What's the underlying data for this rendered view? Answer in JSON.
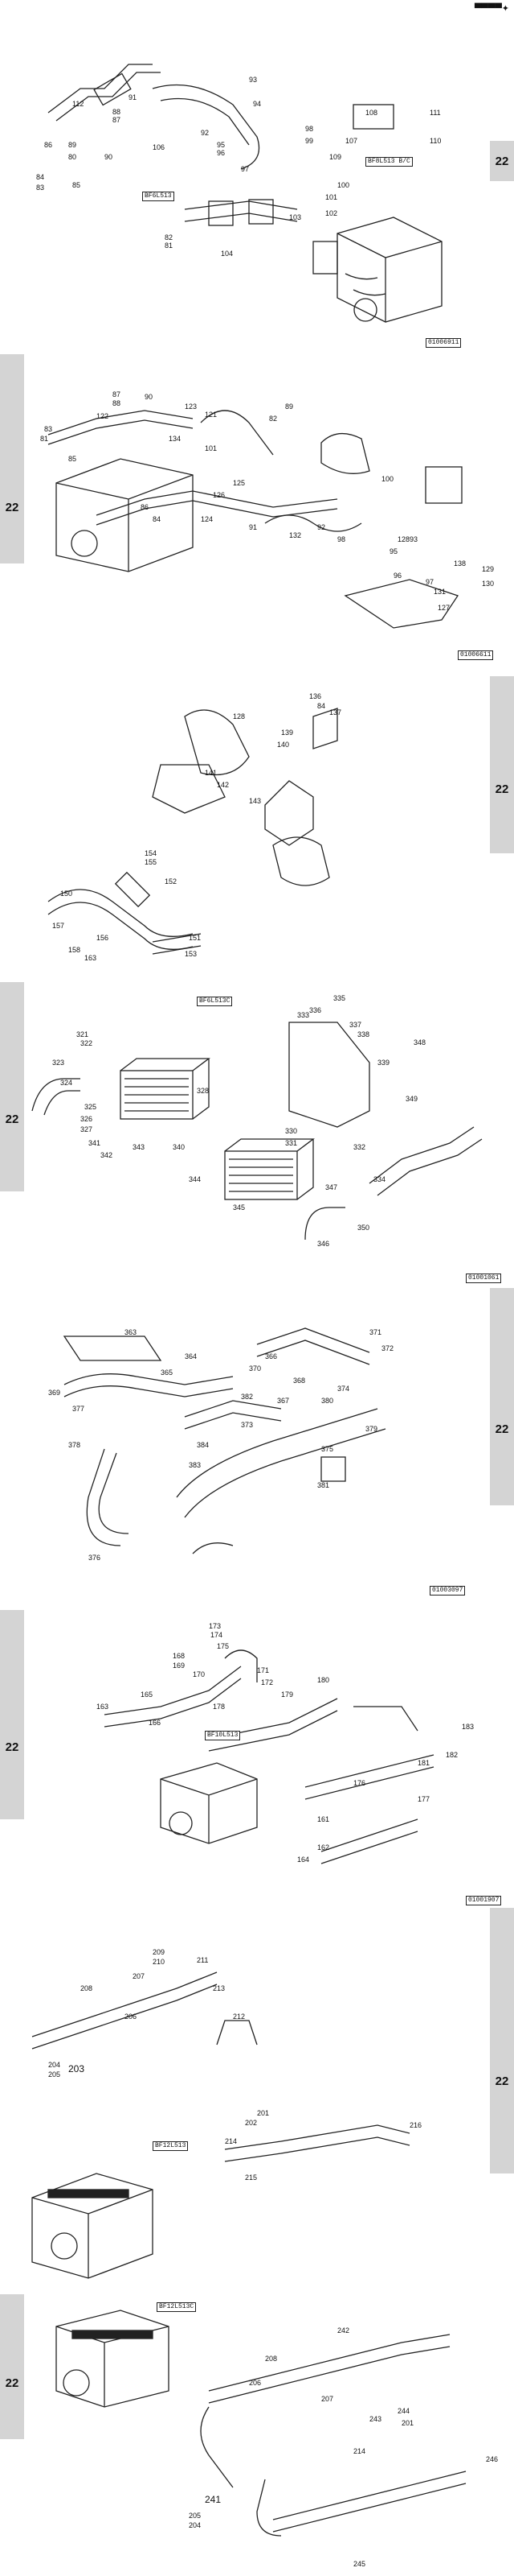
{
  "header": {
    "logo_text": "▀▀▀▀✦"
  },
  "section_tag": "22",
  "figures": [
    {
      "code": "01006911",
      "ref_a": "BF6L513",
      "ref_b": "BF8L513 B/C",
      "labels": [
        "93",
        "94",
        "112",
        "91",
        "88",
        "87",
        "92",
        "95",
        "96",
        "98",
        "99",
        "100",
        "108",
        "111",
        "110",
        "107",
        "109",
        "101",
        "102",
        "103",
        "104",
        "82",
        "81",
        "90",
        "85",
        "84",
        "83",
        "86",
        "89",
        "97",
        "80",
        "106"
      ]
    },
    {
      "code": "01006611",
      "ref_a": "",
      "labels": [
        "87",
        "88",
        "90",
        "123",
        "121",
        "122",
        "83",
        "81",
        "85",
        "84",
        "86",
        "89",
        "82",
        "91",
        "126",
        "124",
        "125",
        "101",
        "134",
        "132",
        "127",
        "131",
        "130",
        "129",
        "100",
        "93",
        "138",
        "98",
        "92",
        "95",
        "128",
        "96",
        "97"
      ]
    },
    {
      "code": "",
      "labels": [
        "136",
        "84",
        "137",
        "128",
        "139",
        "140",
        "141",
        "142",
        "143",
        "154",
        "155",
        "152",
        "150",
        "151",
        "157",
        "153",
        "156",
        "158",
        "163"
      ]
    },
    {
      "code": "01001061",
      "ref_a": "BF6L513C",
      "labels": [
        "335",
        "336",
        "337",
        "338",
        "333",
        "339",
        "348",
        "321",
        "322",
        "323",
        "324",
        "325",
        "326",
        "327",
        "328",
        "330",
        "331",
        "332",
        "334",
        "340",
        "341",
        "342",
        "343",
        "344",
        "345",
        "346",
        "347",
        "349",
        "350"
      ]
    },
    {
      "code": "01003097",
      "labels": [
        "363",
        "364",
        "365",
        "366",
        "367",
        "368",
        "369",
        "370",
        "371",
        "372",
        "373",
        "374",
        "375",
        "376",
        "377",
        "378",
        "379",
        "380",
        "381",
        "382",
        "383",
        "384"
      ]
    },
    {
      "code": "01001907",
      "ref_a": "BF10L513",
      "labels": [
        "173",
        "174",
        "175",
        "168",
        "169",
        "170",
        "171",
        "172",
        "163",
        "165",
        "166",
        "176",
        "177",
        "178",
        "179",
        "180",
        "181",
        "182",
        "183",
        "161",
        "162",
        "164"
      ]
    },
    {
      "code": "",
      "ref_a": "BF12L513",
      "labels": [
        "209",
        "210",
        "211",
        "207",
        "208",
        "206",
        "213",
        "212",
        "204",
        "205",
        "203",
        "214",
        "215",
        "216",
        "201",
        "202"
      ]
    },
    {
      "code": "",
      "ref_a": "BF12L513C",
      "labels": [
        "242",
        "208",
        "206",
        "207",
        "241",
        "205",
        "204",
        "243",
        "244",
        "201",
        "214",
        "246",
        "245"
      ]
    }
  ]
}
